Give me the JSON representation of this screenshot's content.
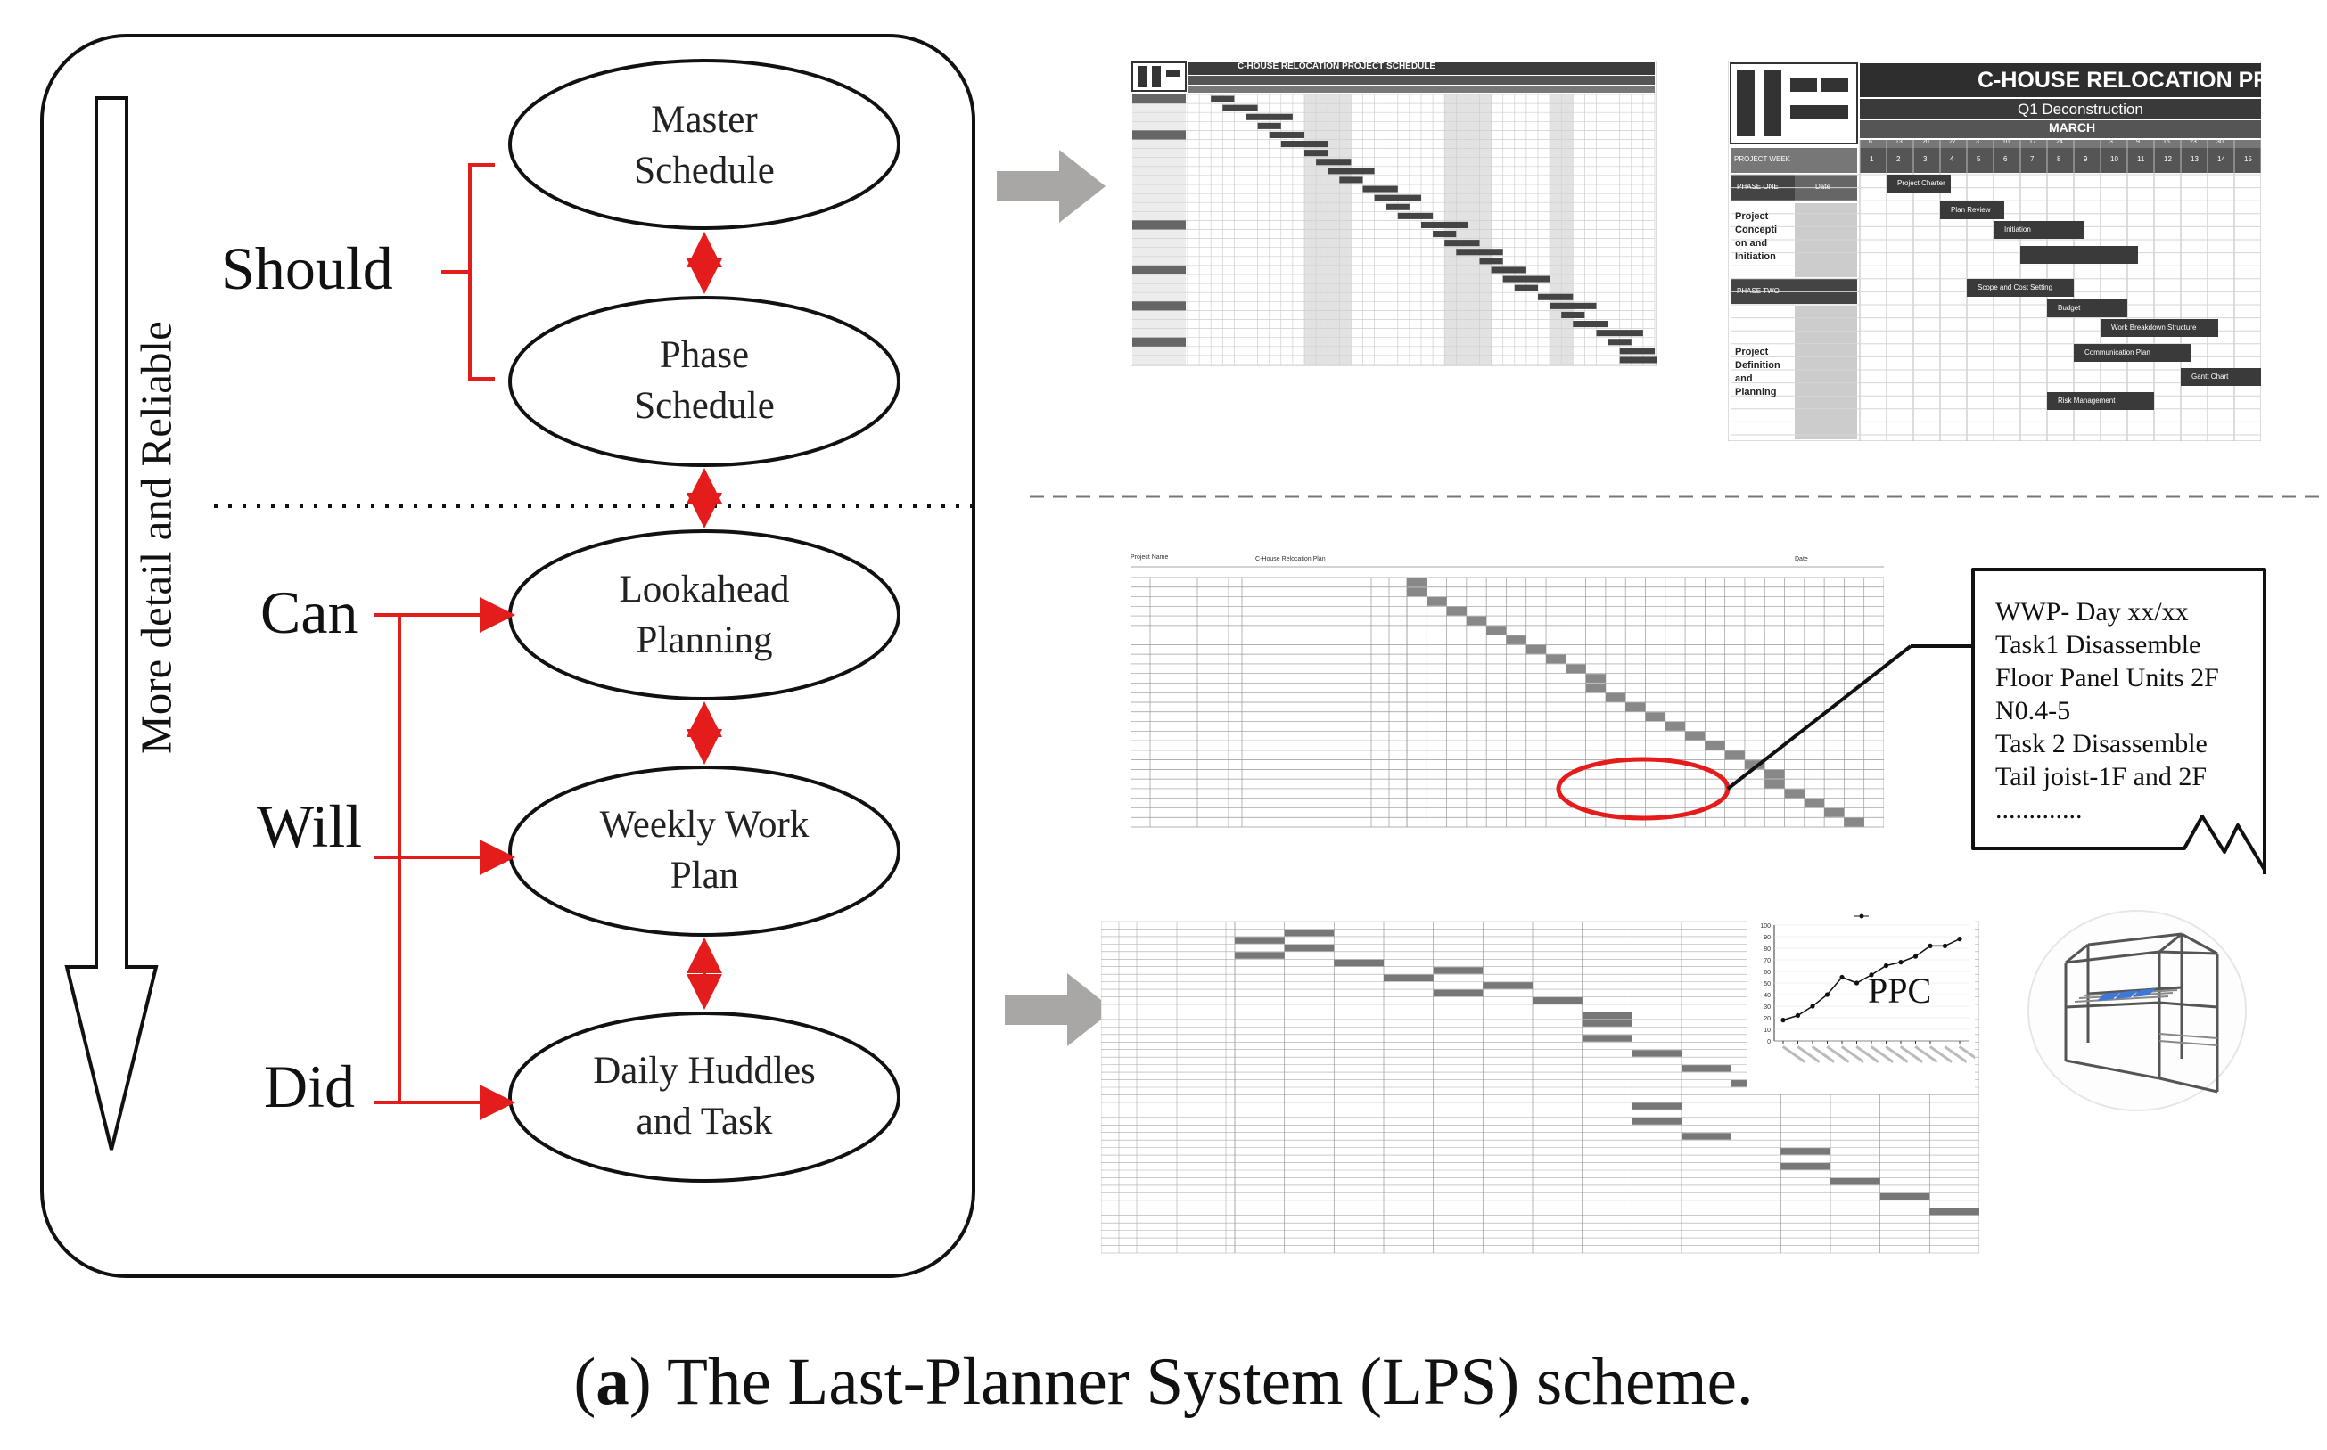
{
  "hierarchy": {
    "ovals": [
      {
        "id": "master",
        "lines": [
          "Master",
          "Schedule"
        ]
      },
      {
        "id": "phase",
        "lines": [
          "Phase",
          "Schedule"
        ]
      },
      {
        "id": "lookahead",
        "lines": [
          "Lookahead",
          "Planning"
        ]
      },
      {
        "id": "weekly",
        "lines": [
          "Weekly Work",
          "Plan"
        ]
      },
      {
        "id": "daily",
        "lines": [
          "Daily Huddles",
          "and Task"
        ]
      }
    ],
    "levels": {
      "should": "Should",
      "can": "Can",
      "will": "Will",
      "did": "Did"
    },
    "side_label": "More detail and Reliable"
  },
  "master_schedule_image": {
    "title": "C-HOUSE RELOCATION PROJECT SCHEDULE"
  },
  "phase_schedule_image": {
    "title": "C-HOUSE RELOCATION PRO",
    "subtitle": "Q1 Deconstruction",
    "month": "MARCH",
    "project_week_label": "PROJECT WEEK",
    "dates": [
      "6",
      "13",
      "20",
      "27",
      "3",
      "10",
      "17",
      "24",
      "",
      "3",
      "9",
      "16",
      "23",
      "30"
    ],
    "weeks": [
      "1",
      "2",
      "3",
      "4",
      "5",
      "6",
      "7",
      "8",
      "9",
      "10",
      "11",
      "12",
      "13",
      "14",
      "15"
    ],
    "phase_one": "PHASE ONE",
    "phase_one_value": "Date",
    "phase_two": "PHASE TWO",
    "group_1": [
      "Project",
      "Concepti",
      "on and",
      "Initiation"
    ],
    "group_2": [
      "Project",
      "Definition",
      "and",
      "Planning"
    ],
    "tasks": [
      "Project Charter",
      "Plan Review",
      "Initiation",
      "Scope and Cost Setting",
      "Budget",
      "Work Breakdown Structure",
      "Communication Plan",
      "Gantt Chart",
      "Risk Management"
    ]
  },
  "lookahead_image": {
    "header_left": "Project Name",
    "header_mid": "C-House Relocation Plan",
    "header_right": "Date"
  },
  "wwp_note": {
    "lines": [
      "WWP- Day xx/xx",
      "Task1 Disassemble",
      "Floor Panel Units 2F",
      "N0.4-5",
      "Task 2 Disassemble",
      "Tail joist-1F and 2F",
      "............."
    ]
  },
  "ppc_chart": {
    "label": "PPC"
  },
  "chart_data": {
    "type": "line",
    "title": "PPC",
    "series": [
      {
        "values": [
          18,
          22,
          30,
          40,
          55,
          50,
          57,
          65,
          68,
          73,
          82,
          82,
          88
        ]
      }
    ],
    "ylim": [
      0,
      100
    ],
    "yticks": [
      "0",
      "10",
      "20",
      "30",
      "40",
      "50",
      "60",
      "70",
      "80",
      "90",
      "100"
    ]
  },
  "caption": {
    "letter": "a",
    "text": ") The Last-Planner System (LPS) scheme.",
    "open": "("
  }
}
